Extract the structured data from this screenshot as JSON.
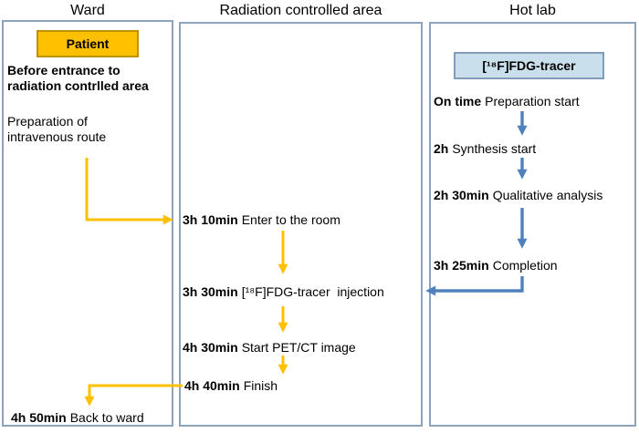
{
  "colors": {
    "yellow": "#FFC000",
    "yellow-dark": "#BF9000",
    "blue": "#4F81BD",
    "panel-border": "#8EA3BC",
    "tracer-fill": "#C9DFEC",
    "tracer-border": "#7F9DB9"
  },
  "ward": {
    "header": "Ward",
    "patient_label": "Patient",
    "pre_entry_note": "Before entrance to radiation contrlled area",
    "prep_note": "Preparation of intravenous route",
    "back_step": {
      "time": "4h 50min",
      "label": "Back to ward"
    }
  },
  "radiation_area": {
    "header": "Radiation controlled area",
    "steps": [
      {
        "time": "3h 10min",
        "label": "Enter to the room"
      },
      {
        "time": "3h 30min",
        "label": "[¹⁸F]FDG-tracer  injection"
      },
      {
        "time": "4h 30min",
        "label": "Start PET/CT image"
      },
      {
        "time": "4h 40min",
        "label": "Finish"
      }
    ]
  },
  "hot_lab": {
    "header": "Hot lab",
    "tracer_label": "[¹⁸F]FDG-tracer",
    "steps": [
      {
        "time": "On time",
        "label": "Preparation start"
      },
      {
        "time": "2h",
        "label": "Synthesis start"
      },
      {
        "time": "2h 30min",
        "label": "Qualitative analysis"
      },
      {
        "time": "3h 25min",
        "label": "Completion"
      }
    ]
  }
}
